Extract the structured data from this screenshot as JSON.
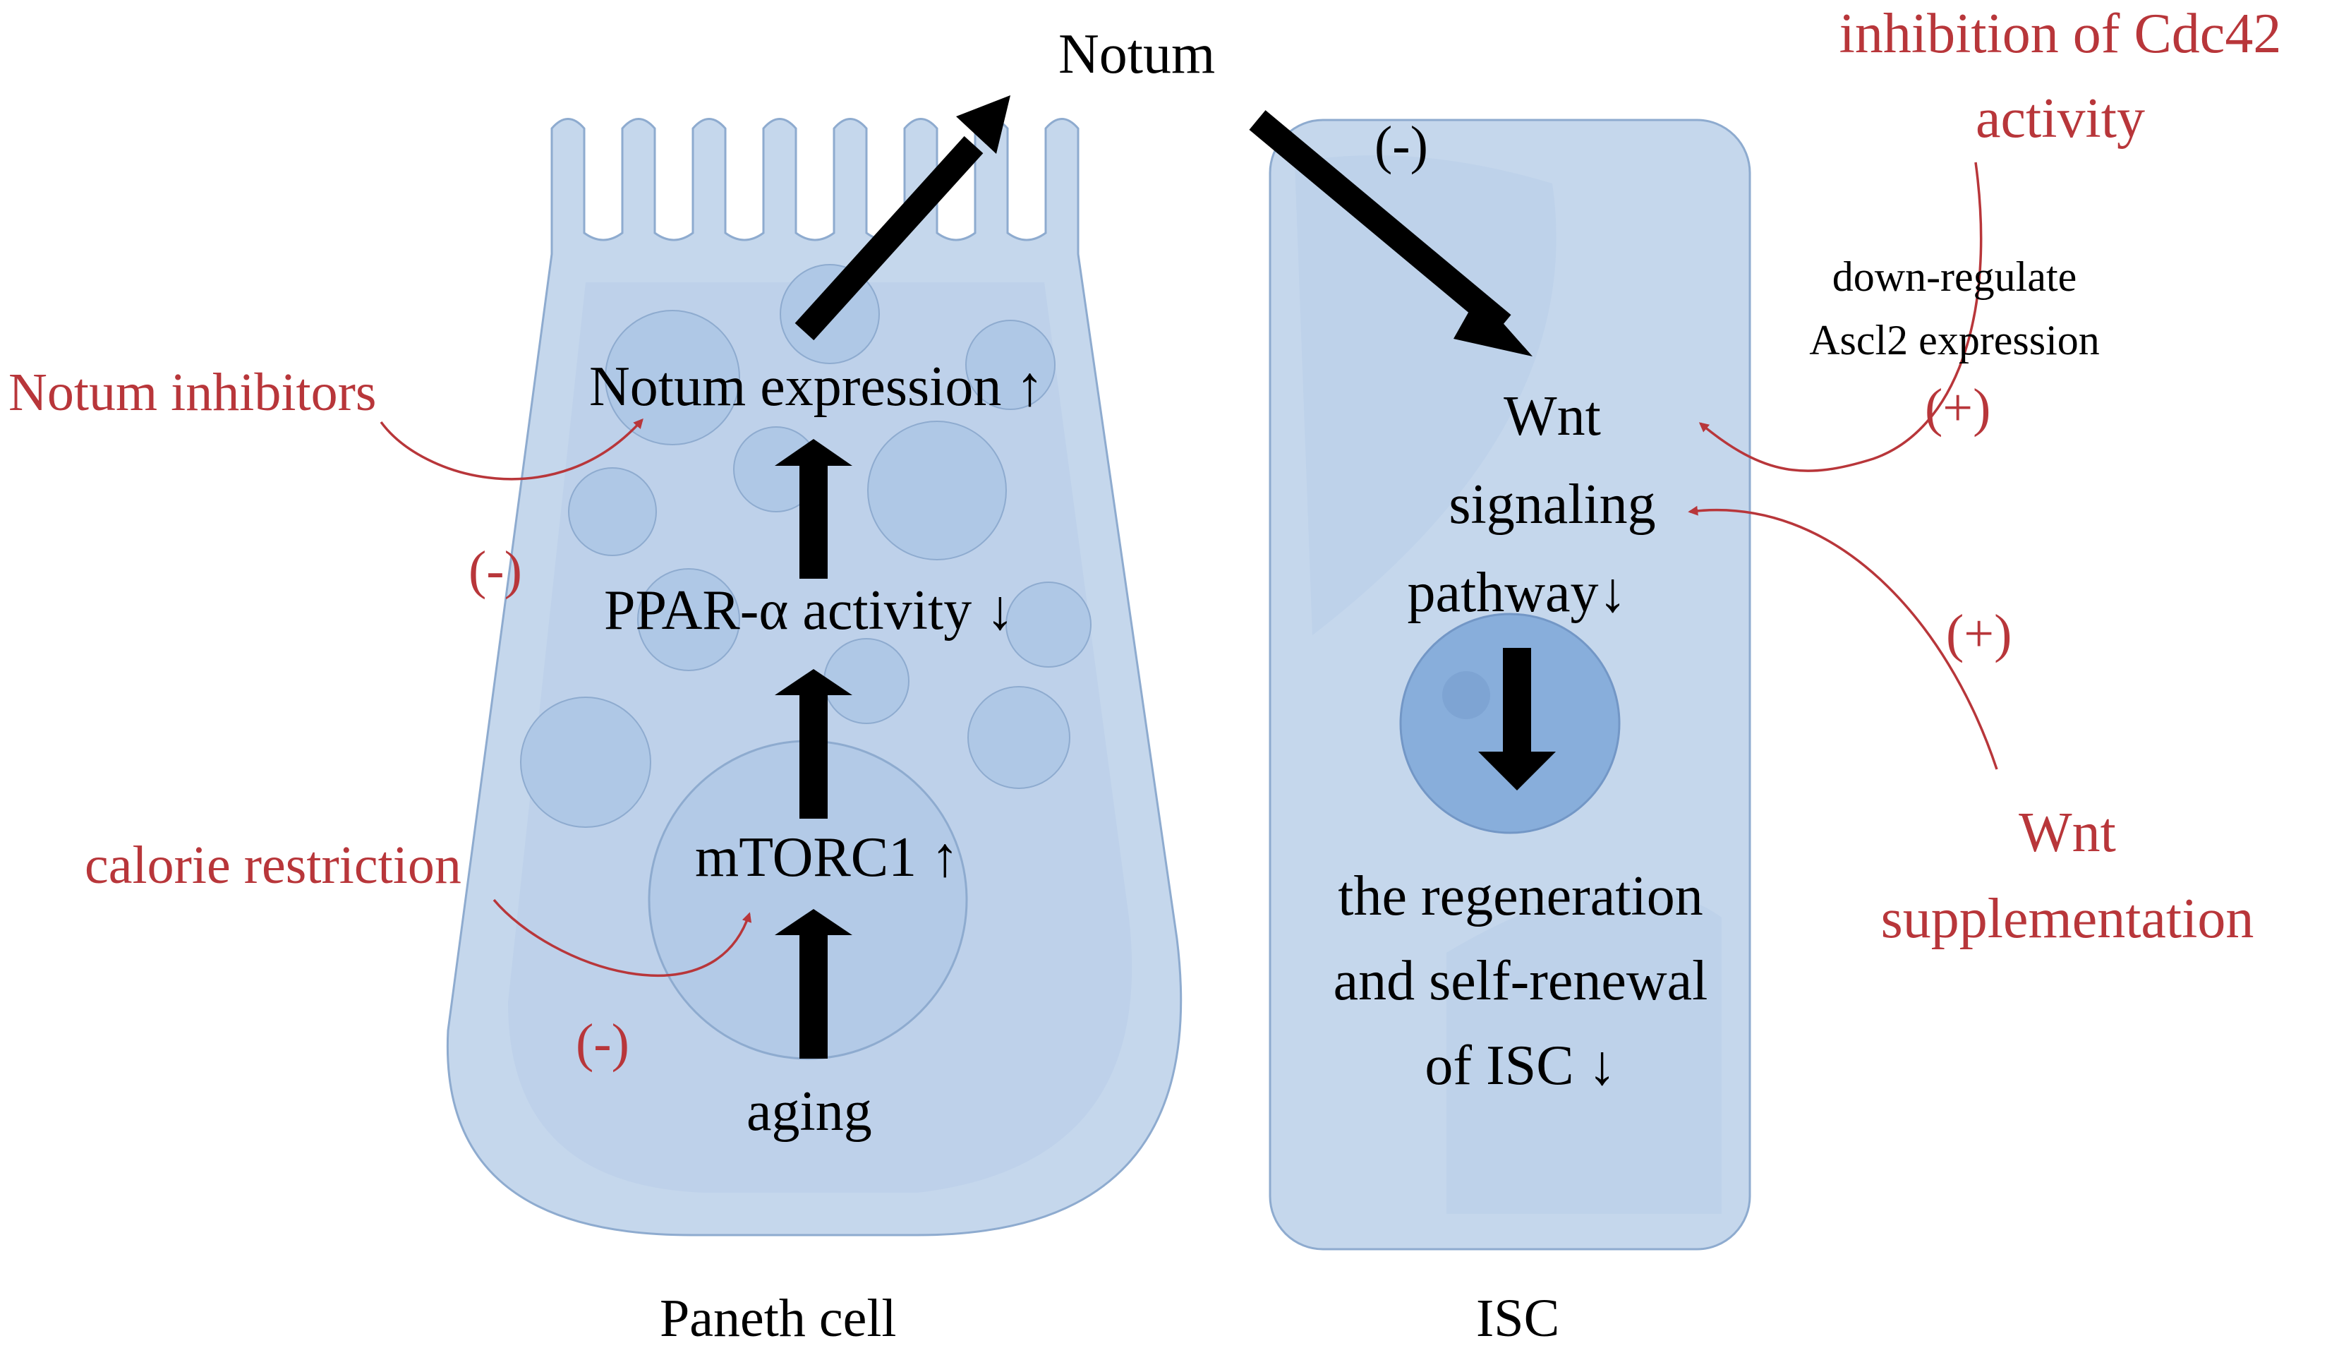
{
  "colors": {
    "text": "#000000",
    "regulator_text": "#b8363a",
    "cell_fill": "#c5d7ec",
    "cell_stroke": "#8eabcf",
    "organelle_fill": "#a9c4e3",
    "nucleus_fill": "#88aedb",
    "arrow": "#000000",
    "regulator_arrow": "#b8363a"
  },
  "top": {
    "notum": "Notum",
    "notum_effect": "(-)"
  },
  "paneth": {
    "caption": "Paneth cell",
    "notum_expression": "Notum  expression ↑",
    "ppar_activity": "PPAR-α activity ↓",
    "mtorc1": "mTORC1 ↑",
    "aging": "aging"
  },
  "isc": {
    "caption": "ISC",
    "wnt_line1": "Wnt",
    "wnt_line2": "signaling",
    "wnt_line3": "pathway↓",
    "outcome_line1": "the regeneration",
    "outcome_line2": "and self-renewal",
    "outcome_line3": "of ISC ↓"
  },
  "regulators": {
    "notum_inhibitors": "Notum inhibitors",
    "notum_inhibitors_effect": "(-)",
    "calorie_restriction": "calorie restriction",
    "calorie_restriction_effect": "(-)",
    "cdc42_line1": "inhibition of Cdc42",
    "cdc42_line2": "activity",
    "cdc42_note_line1": "down-regulate",
    "cdc42_note_line2": "Ascl2 expression",
    "cdc42_effect": "(+)",
    "wnt_supp_line1": "Wnt",
    "wnt_supp_line2": "supplementation",
    "wnt_supp_effect": "(+)"
  }
}
